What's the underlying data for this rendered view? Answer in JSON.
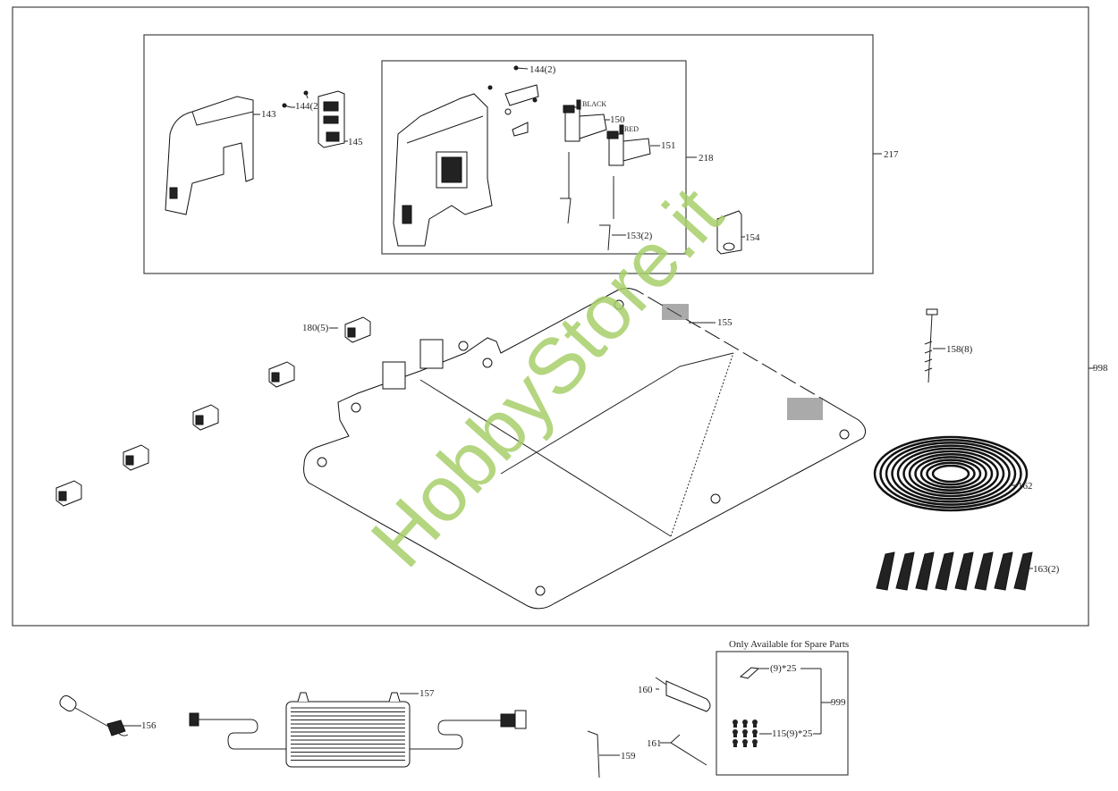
{
  "diagram": {
    "frames": {
      "outer_assembly": "998",
      "charging_station_group": "217",
      "base_subassembly": "218",
      "spare_parts_box": "999",
      "spare_parts_title": "Only Available for Spare Parts"
    },
    "labels": {
      "p143": "143",
      "p144a": "144(2)",
      "p144b": "144(2)",
      "p145": "145",
      "p150": "150",
      "p150_color": "BLACK",
      "p151": "151",
      "p151_color": "RED",
      "p153": "153(2)",
      "p154": "154",
      "p155": "155",
      "p156": "156",
      "p157": "157",
      "p158": "158(8)",
      "p159": "159",
      "p160": "160",
      "p161": "161",
      "p162": "162",
      "p163": "163(2)",
      "p180": "180(5)",
      "screw_a": "(9)*25",
      "screw_b": "115(9)*25",
      "l217": "217",
      "l218": "218",
      "l998": "998",
      "l999": "999"
    },
    "watermark": "HobbyStore.it"
  }
}
